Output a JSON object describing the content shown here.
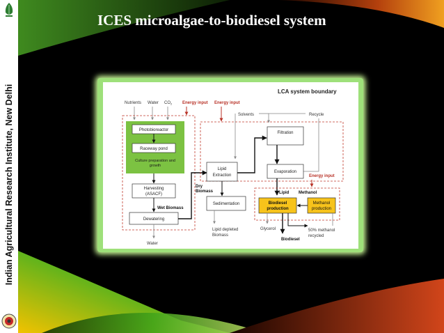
{
  "slide": {
    "title": "ICES microalgae-to-biodiesel system",
    "side_label": "Indian Agricultural Research Institute, New Delhi",
    "colors": {
      "background": "#000000",
      "title": "#ffffff",
      "frame": "#9ee07a",
      "green_box": "#7cc242",
      "yellow_box": "#f7c31b",
      "boundary_red": "#c0392b"
    }
  },
  "diagram": {
    "boundary_title": "LCA system boundary",
    "inputs": {
      "nutrients": "Nutrients",
      "water": "Water",
      "co2": "CO",
      "co2_sub": "2"
    },
    "energy_input_1": "Energy input",
    "energy_input_2": "Energy input",
    "energy_input_3": "Energy input",
    "solvents": "Solvents",
    "recycle": "Recycle",
    "photobioreactor": "Photobioreactor",
    "raceway_pond": "Raceway pond",
    "culture_line1": "Culture preparation and",
    "culture_line2": "growth",
    "harvesting_line1": "Harvesting",
    "harvesting_line2": "(ASACF)",
    "wet_biomass": "Wet Biomass",
    "dewatering": "Dewatering",
    "water_out": "Water",
    "dry_line1": "Dry",
    "dry_line2": "Biomass",
    "lipid_extraction_line1": "Lipid",
    "lipid_extraction_line2": "Extraction",
    "sedimentation": "Sedimentation",
    "lipid_depleted_line1": "Lipid depleted",
    "lipid_depleted_line2": "Biomass",
    "filtration": "Filtration",
    "evaporation": "Evaporation",
    "lipid": "Lipid",
    "methanol": "Methanol",
    "biodiesel_prod_line1": "Biodiesel",
    "biodiesel_prod_line2": "production",
    "methanol_prod_line1": "Methanol",
    "methanol_prod_line2": "production",
    "glycerol": "Glycerol",
    "biodiesel": "Biodiesel",
    "methanol_recycled_line1": "50% methanol",
    "methanol_recycled_line2": "recycled"
  }
}
